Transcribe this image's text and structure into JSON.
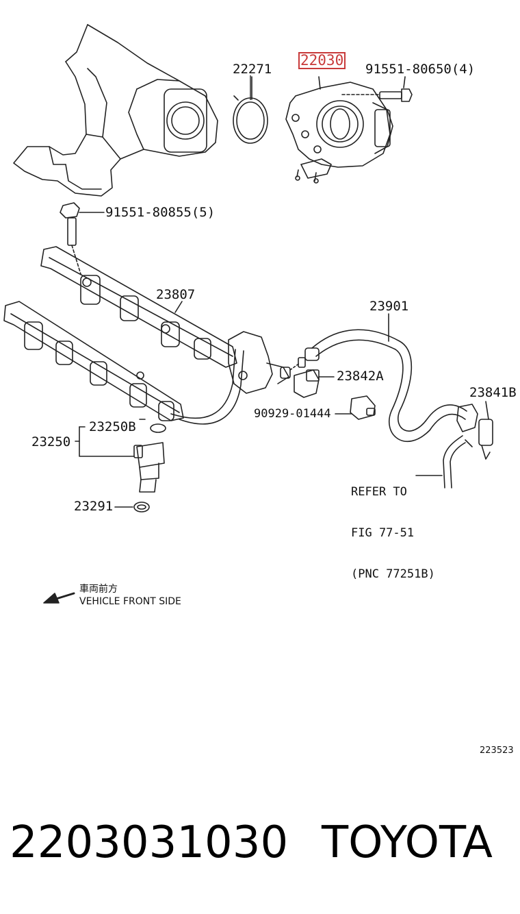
{
  "labels": {
    "p22271": "22271",
    "p22030": "22030",
    "p91551_80650": "91551-80650(4)",
    "p91551_80855": "91551-80855(5)",
    "p23807": "23807",
    "p23901": "23901",
    "p23842A": "23842A",
    "p23841B": "23841B",
    "p90929": "90929-01444",
    "p23250B": "23250B",
    "p23250": "23250",
    "p23291": "23291"
  },
  "refer": {
    "line1": "REFER TO",
    "line2": "FIG 77-51",
    "line3": "(PNC 77251B)"
  },
  "front": {
    "jp": "車両前方",
    "en": "VEHICLE FRONT SIDE"
  },
  "figure_number": "223523",
  "footer": {
    "part_number": "2203031030",
    "brand": "TOYOTA"
  },
  "colors": {
    "highlight": "#c83a3a",
    "line": "#222222"
  }
}
